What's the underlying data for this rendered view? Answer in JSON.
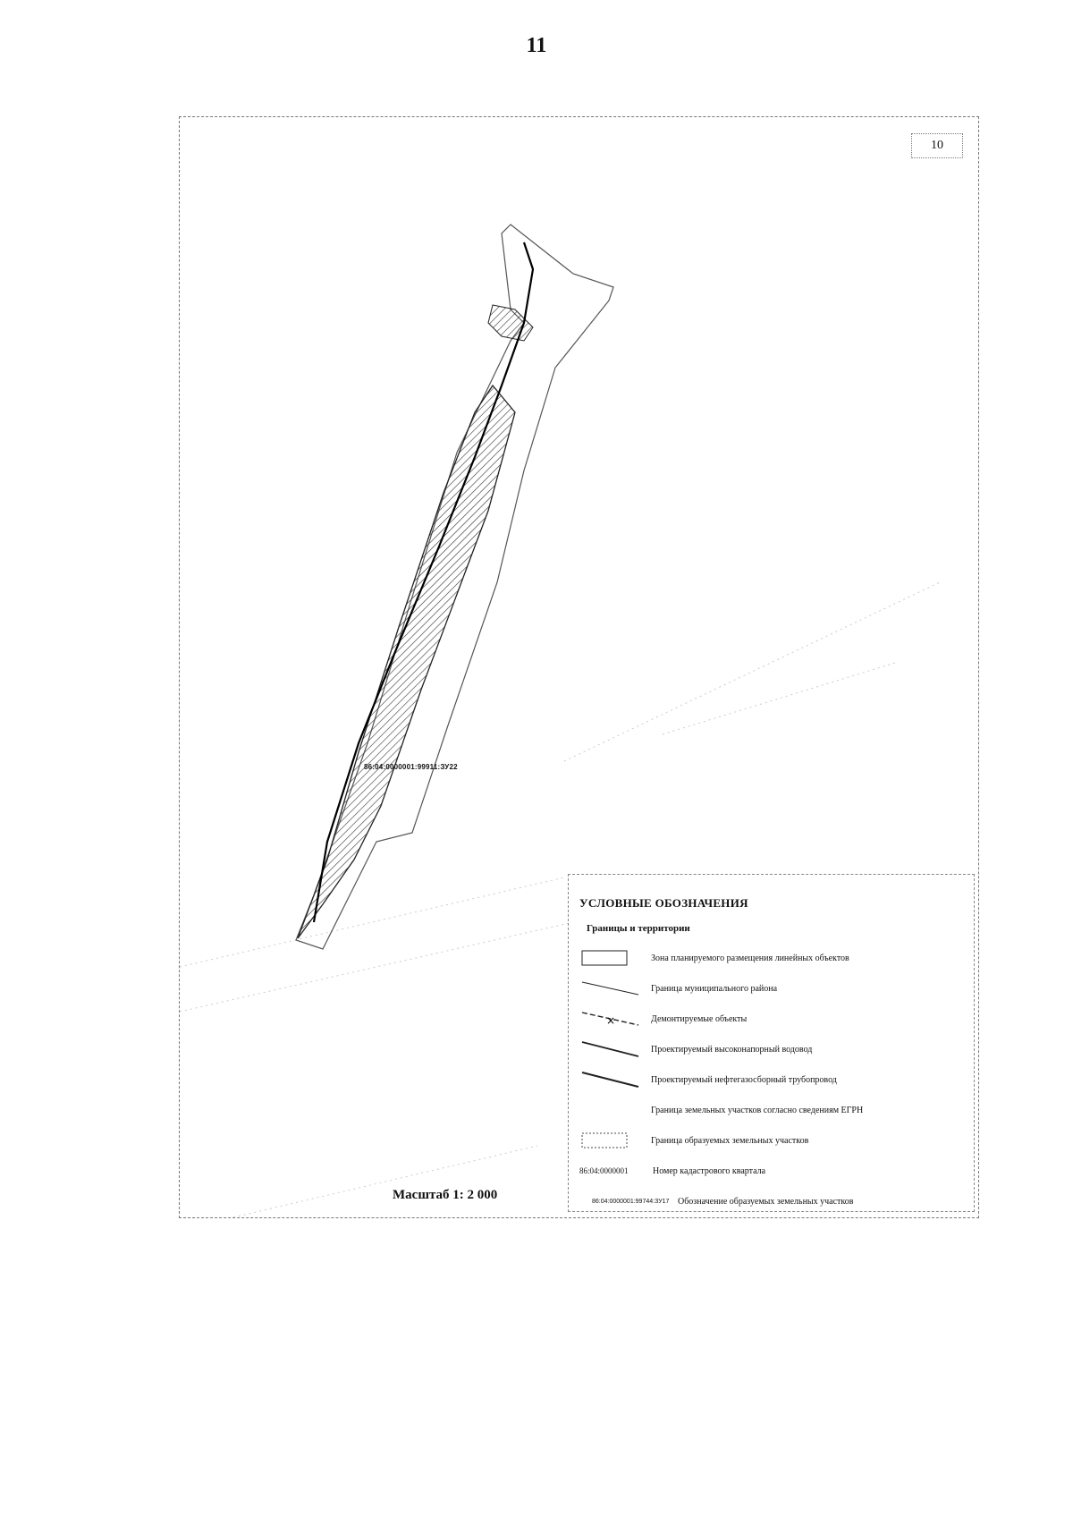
{
  "page": {
    "number": "11"
  },
  "map": {
    "sheet_number": "10",
    "scale_label": "Масштаб 1: 2 000",
    "parcel_label": "86:04:0000001:99911:ЗУ22"
  },
  "legend": {
    "title": "УСЛОВНЫЕ ОБОЗНАЧЕНИЯ",
    "subtitle": "Границы и территории",
    "items": [
      {
        "symbol": "box-solid",
        "label": "Зона планируемого размещения линейных объектов"
      },
      {
        "symbol": "line-thin",
        "label": "Граница муниципального района"
      },
      {
        "symbol": "line-cross",
        "label": "Демонтируемые объекты"
      },
      {
        "symbol": "line-thick",
        "label": "Проектируемый высоконапорный водовод"
      },
      {
        "symbol": "line-thick",
        "label": "Проектируемый нефтегазосборный трубопровод"
      },
      {
        "symbol": "none",
        "label": "Граница земельных участков согласно сведениям ЕГРН"
      },
      {
        "symbol": "box-dotted",
        "label": "Граница образуемых земельных участков"
      },
      {
        "symbol": "text",
        "symbol_text": "86:04:0000001",
        "label": "Номер кадастрового квартала"
      },
      {
        "symbol": "text-small",
        "symbol_text": "86:04:0000001:99744:ЗУ17",
        "label": "Обозначение образуемых земельных участков"
      }
    ]
  }
}
